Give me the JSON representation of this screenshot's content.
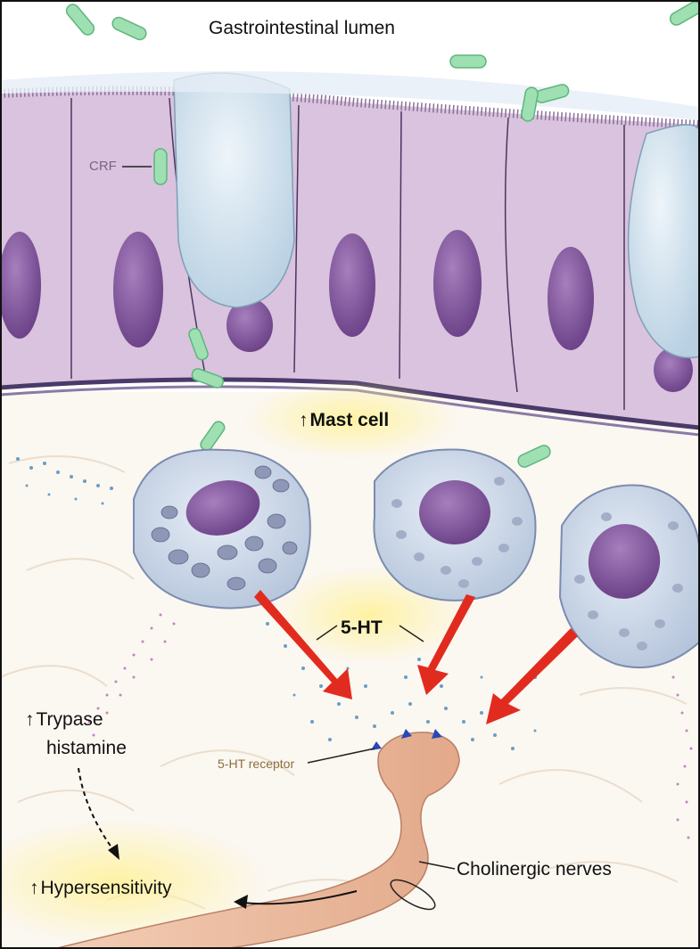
{
  "labels": {
    "lumen": "Gastrointestinal lumen",
    "crf": "CRF",
    "mast_cell": "Mast cell",
    "five_ht": "5-HT",
    "trypase_line1": "Trypase",
    "trypase_line2": "histamine",
    "receptor": "5-HT receptor",
    "cholinergic": "Cholinergic nerves",
    "hypersensitivity": "Hypersensitivity",
    "up_arrow": "↑"
  },
  "colors": {
    "epithelium": "#d9c3de",
    "nucleus": "#7a4d92",
    "goblet": "#cfe0ec",
    "bacteria": "#8fd8a6",
    "mast_cell": "#c9d5e6",
    "granule": "#8f97b6",
    "serotonin_dots": "#4f8fbf",
    "trypase_dots": "#b06bb6",
    "red_arrow": "#e22b1f",
    "nerve": "#efc3a8",
    "receptor": "#2848b8"
  }
}
